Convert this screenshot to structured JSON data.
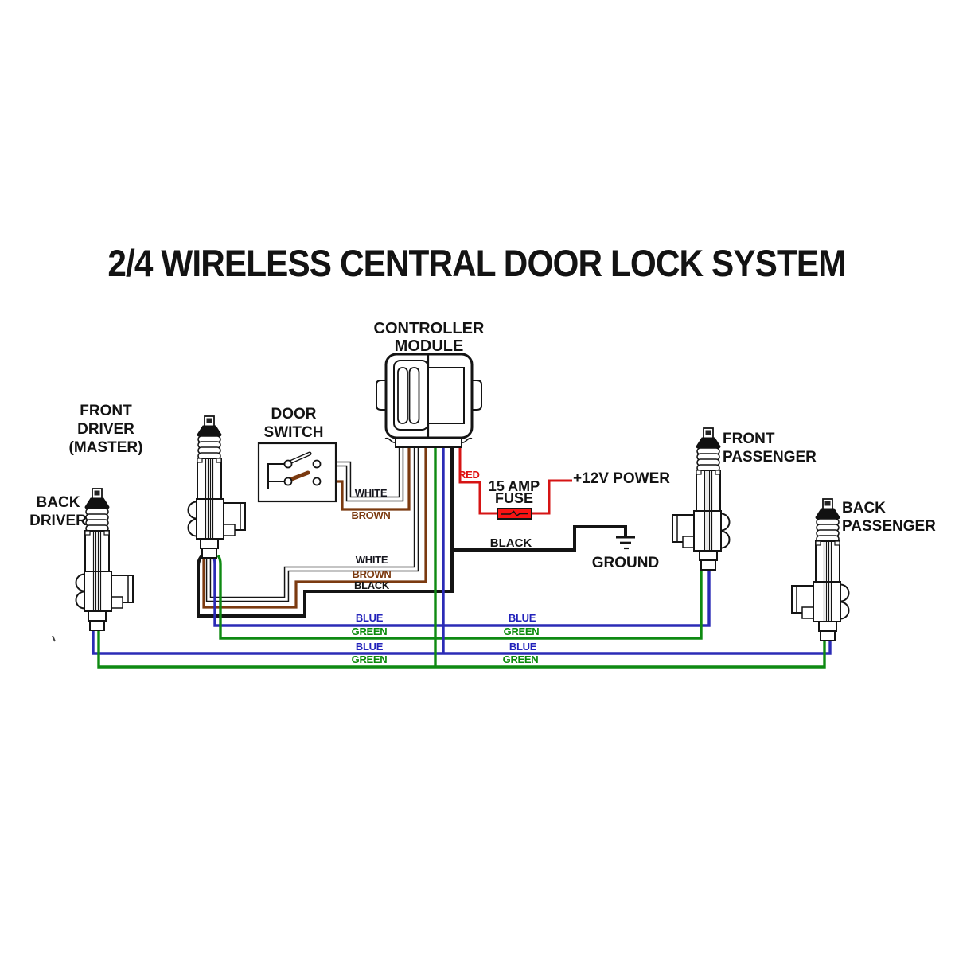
{
  "title": "2/4 WIRELESS CENTRAL DOOR LOCK SYSTEM",
  "devices": {
    "controller_module": {
      "line1": "CONTROLLER",
      "line2": "MODULE"
    },
    "door_switch": {
      "line1": "DOOR",
      "line2": "SWITCH"
    },
    "front_driver": {
      "line1": "FRONT",
      "line2": "DRIVER",
      "line3": "(MASTER)"
    },
    "back_driver": {
      "line1": "BACK",
      "line2": "DRIVER"
    },
    "front_passenger": {
      "line1": "FRONT",
      "line2": "PASSENGER"
    },
    "back_passenger": {
      "line1": "BACK",
      "line2": "PASSENGER"
    }
  },
  "power": {
    "fuse_line1": "15 AMP",
    "fuse_line2": "FUSE",
    "supply": "+12V POWER",
    "ground": "GROUND",
    "fuse_wire": "RED",
    "ground_wire": "BLACK"
  },
  "wire_labels": {
    "switch_white": "WHITE",
    "switch_brown": "BROWN",
    "master_white": "WHITE",
    "master_brown": "BROWN",
    "master_black": "BLACK",
    "front_blue_left": "BLUE",
    "front_green_left": "GREEN",
    "rear_blue_left": "BLUE",
    "rear_green_left": "GREEN",
    "front_blue_right": "BLUE",
    "front_green_right": "GREEN",
    "rear_blue_right": "BLUE",
    "rear_green_right": "GREEN"
  },
  "wire_colors": {
    "white": "#ffffff",
    "brown": "#7b3a10",
    "black": "#141414",
    "blue": "#2b2bb6",
    "green": "#0e8a12",
    "red": "#d61414",
    "fuse_fill": "#fb1414",
    "outline": "#141414"
  },
  "label_colors": {
    "white": "#16161e",
    "brown": "#7b3a10",
    "black": "#131313",
    "blue": "#2222bb",
    "green": "#0a8a0a",
    "red": "#e01212"
  }
}
